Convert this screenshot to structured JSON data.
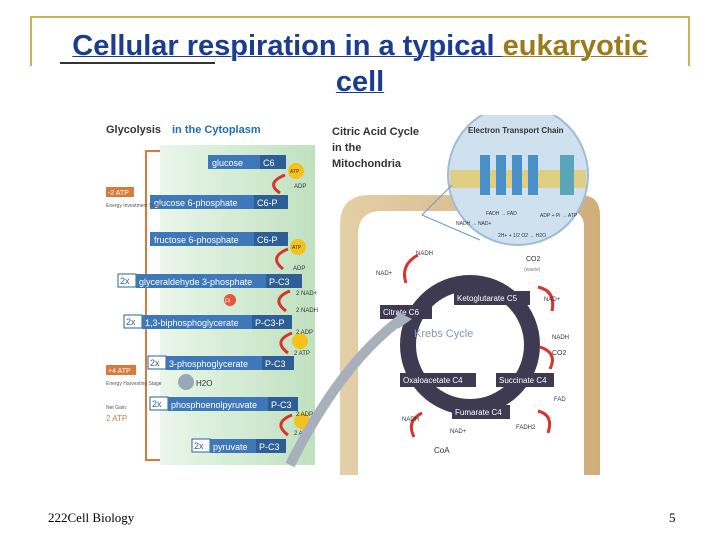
{
  "slide": {
    "title_part1": "Cellular respiration in a typical ",
    "title_part2": "eukaryotic",
    "title_part3": "cell",
    "footer": "222Cell Biology",
    "page_number": "5"
  },
  "figure": {
    "glycolysis": {
      "heading_a": "Glycolysis",
      "heading_b": "in the Cytoplasm",
      "steps": [
        {
          "prefix": "",
          "name": "glucose",
          "formula": "C6"
        },
        {
          "prefix": "",
          "name": "glucose 6-phosphate",
          "formula": "C6-P"
        },
        {
          "prefix": "",
          "name": "fructose 6-phosphate",
          "formula": "C6-P"
        },
        {
          "prefix": "2x",
          "name": "glyceraldehyde 3-phosphate",
          "formula": "P-C3"
        },
        {
          "prefix": "2x",
          "name": "1,3-biphosphoglycerate",
          "formula": "P-C3-P"
        },
        {
          "prefix": "2x",
          "name": "3-phosphoglycerate",
          "formula": "P-C3"
        },
        {
          "prefix": "2x",
          "name": "phosphoenolpyruvate",
          "formula": "P-C3"
        },
        {
          "prefix": "2x",
          "name": "pyruvate",
          "formula": "P-C3"
        }
      ],
      "side_notes": {
        "minus2atp": "-2 ATP",
        "energy_investment": "Energy Investment Stage",
        "plus4atp": "+4 ATP",
        "energy_harvesting": "Energy Harvesting Stage",
        "net_gain": "Net Gain:",
        "net_atp": "2 ATP"
      },
      "cofactors": {
        "atp": "ATP",
        "adp": "ADP",
        "two_adp": "2 ADP",
        "two_atp": "2 ATP",
        "two_nad": "2 NAD+",
        "two_nadh": "2 NADH",
        "h2o": "H2O",
        "pi": "Pi"
      }
    },
    "citric_acid": {
      "heading_line1": "Citric Acid Cycle",
      "heading_line2": "in the",
      "heading_line3": "Mitochondria",
      "cycle_label": "Krebs Cycle",
      "intermediates": [
        "Ketoglutarate C5",
        "Citrate C6",
        "Oxaloacetate C4",
        "Succinate C4",
        "Fumarate C4"
      ],
      "labels": {
        "nadh": "NADH",
        "nad": "NAD+",
        "co2": "CO2",
        "co2_note": "(waste)",
        "fad": "FAD",
        "fadh2": "FADH2",
        "coa": "CoA"
      }
    },
    "etc": {
      "heading": "Electron Transport Chain",
      "labels": {
        "nadh_nad": "NADH → NAD+",
        "fadh_fad": "FADH → FAD",
        "adp_atp": "ADP + Pi → ATP",
        "o2_h2o": "2H+ + 1/2 O2 → H2O"
      }
    }
  }
}
